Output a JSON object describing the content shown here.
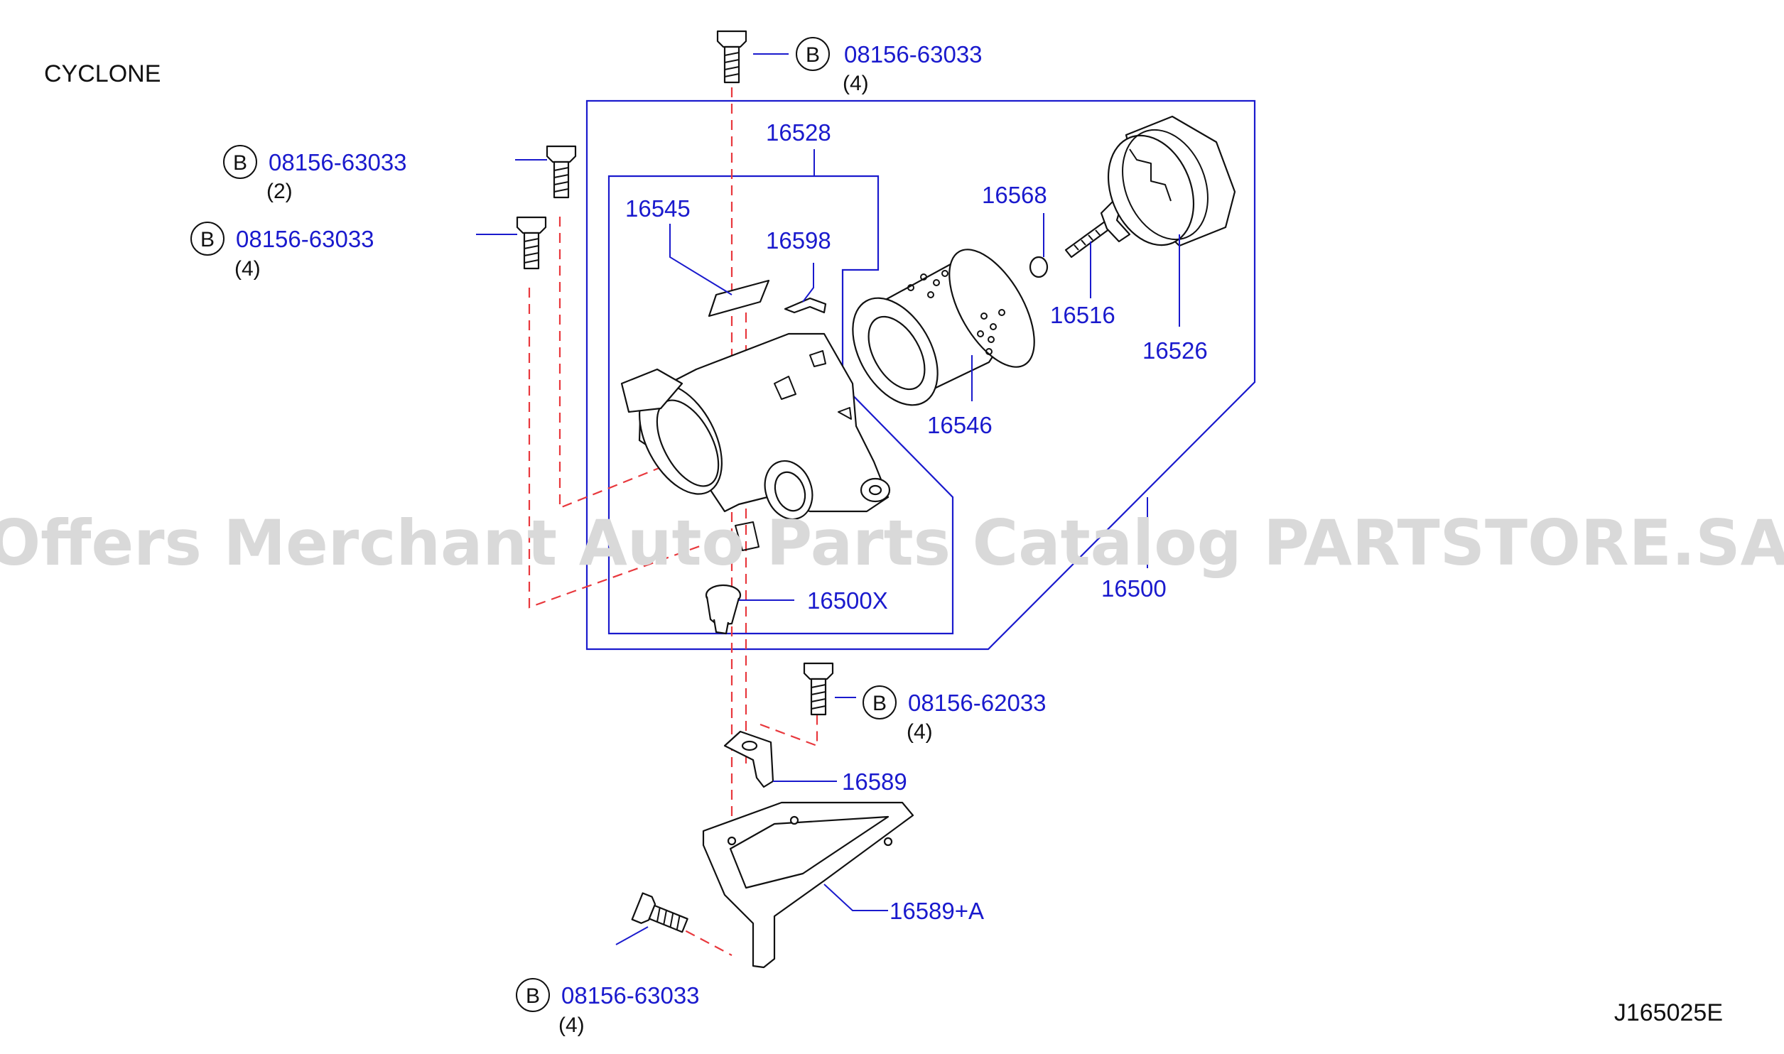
{
  "diagram": {
    "title": "CYCLONE",
    "code": "J165025E",
    "watermark": "Offers Merchant Auto Parts Catalog PARTSTORE.SA",
    "colors": {
      "label": "#1a1acd",
      "dash": "#e8383d",
      "watermark": "#d9d9d9"
    },
    "bolt_refs": [
      {
        "mark": "B",
        "part": "08156-63033",
        "qty": "(4)"
      },
      {
        "mark": "B",
        "part": "08156-63033",
        "qty": "(2)"
      },
      {
        "mark": "B",
        "part": "08156-63033",
        "qty": "(4)"
      },
      {
        "mark": "B",
        "part": "08156-62033",
        "qty": "(4)"
      },
      {
        "mark": "B",
        "part": "08156-63033",
        "qty": "(4)"
      }
    ],
    "parts": {
      "p16528": "16528",
      "p16545": "16545",
      "p16598": "16598",
      "p16568": "16568",
      "p16516": "16516",
      "p16526": "16526",
      "p16546": "16546",
      "p16500": "16500",
      "p16500x": "16500X",
      "p16589": "16589",
      "p16589a": "16589+A"
    }
  }
}
